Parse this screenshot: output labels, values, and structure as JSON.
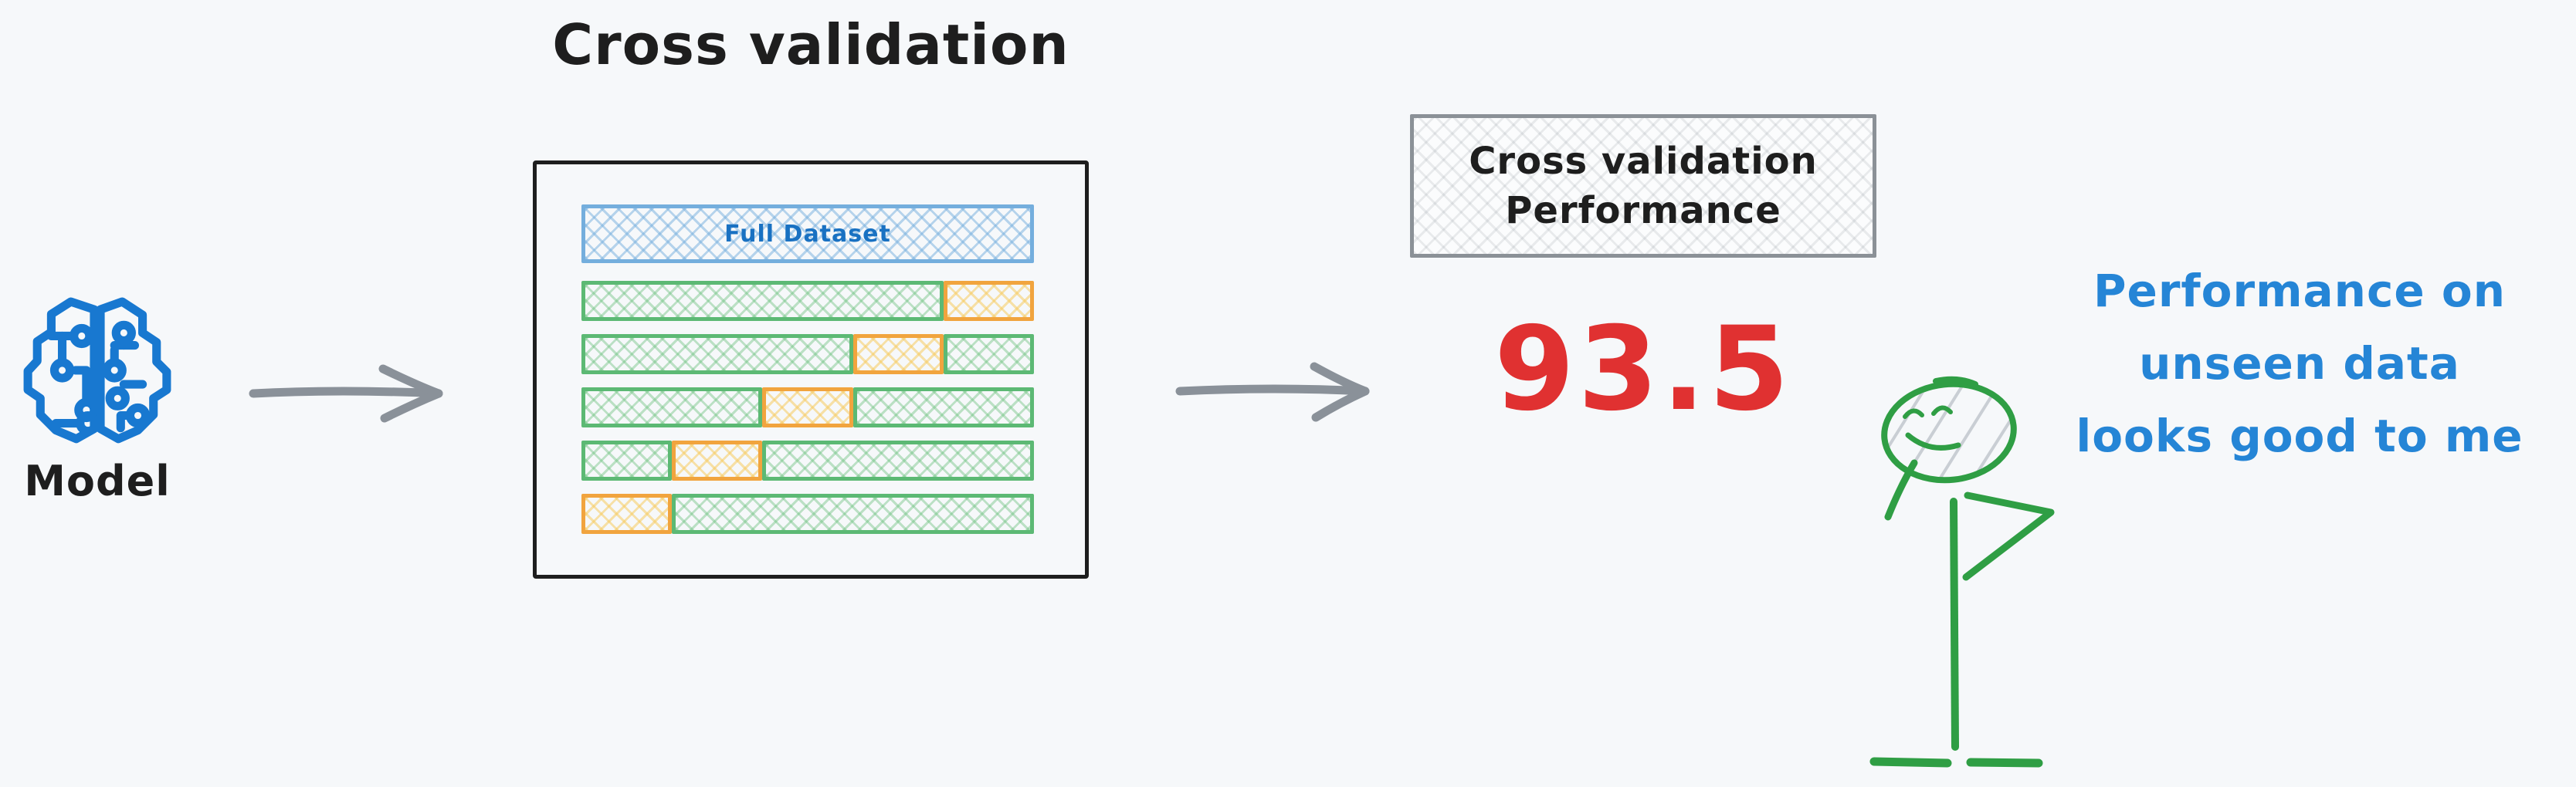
{
  "canvas": {
    "background_color": "#f6f8fa",
    "arrow_color": "#8a9199"
  },
  "model": {
    "label": "Model",
    "icon": "brain-circuit-icon",
    "icon_color": "#1878d0"
  },
  "cross_validation": {
    "title": "Cross validation",
    "full_dataset_label": "Full Dataset",
    "colors": {
      "box_border": "#1e1e1e",
      "dataset_border": "#74aedd",
      "dataset_text": "#1971c2",
      "train_border": "#5cb974",
      "validation_border": "#f1a43e"
    },
    "folds": [
      {
        "segments": [
          {
            "type": "train",
            "width": 80
          },
          {
            "type": "validation",
            "width": 20
          }
        ]
      },
      {
        "segments": [
          {
            "type": "train",
            "width": 60
          },
          {
            "type": "validation",
            "width": 20
          },
          {
            "type": "train",
            "width": 20
          }
        ]
      },
      {
        "segments": [
          {
            "type": "train",
            "width": 40
          },
          {
            "type": "validation",
            "width": 20
          },
          {
            "type": "train",
            "width": 40
          }
        ]
      },
      {
        "segments": [
          {
            "type": "train",
            "width": 20
          },
          {
            "type": "validation",
            "width": 20
          },
          {
            "type": "train",
            "width": 60
          }
        ]
      },
      {
        "segments": [
          {
            "type": "validation",
            "width": 20
          },
          {
            "type": "train",
            "width": 80
          }
        ]
      }
    ]
  },
  "result": {
    "box_title_line1": "Cross validation",
    "box_title_line2": "Performance",
    "box_border_color": "#8b9197",
    "score": "93.5",
    "score_color": "#e03131"
  },
  "person": {
    "figure": "thinking-stick-figure",
    "color": "#2f9e44"
  },
  "speech": {
    "color": "#2585d6",
    "lines": [
      "Performance on",
      "unseen data",
      "looks good to me"
    ]
  }
}
